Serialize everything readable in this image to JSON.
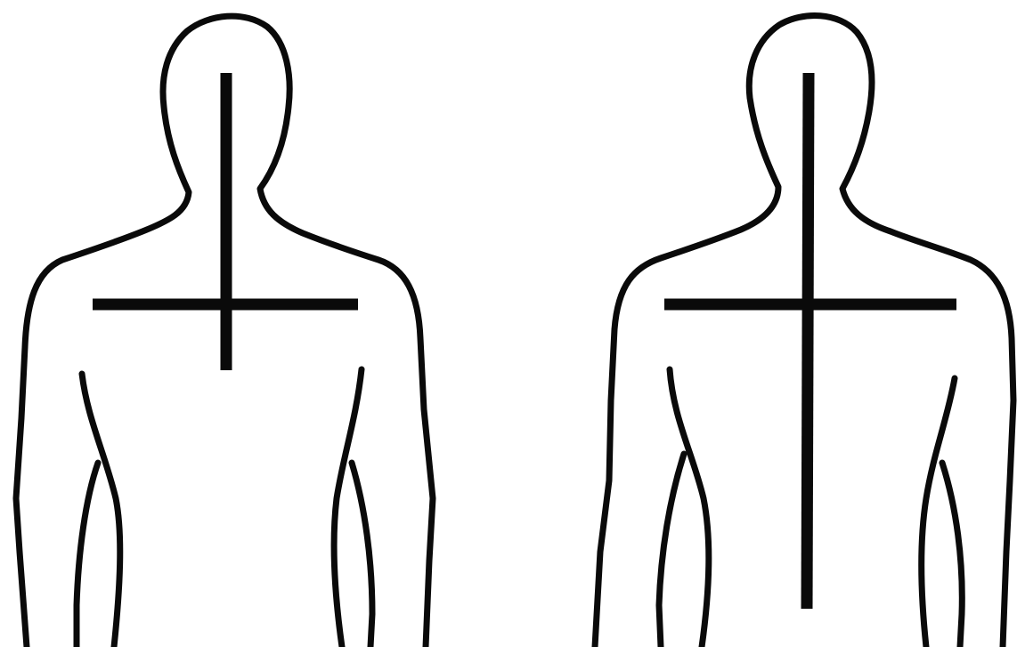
{
  "figures": [
    {
      "id": "left",
      "marker": "short-vertical-cross"
    },
    {
      "id": "right",
      "marker": "long-vertical-cross"
    }
  ],
  "colors": {
    "background": "#ffffff",
    "line": "#0a0a0a"
  }
}
